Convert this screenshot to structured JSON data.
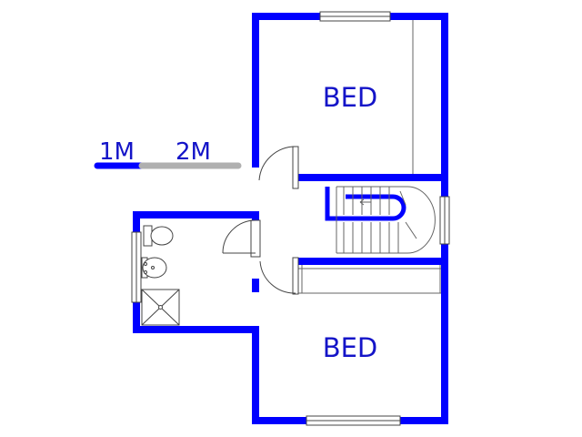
{
  "scale": {
    "label_1m": "1M",
    "label_2m": "2M"
  },
  "rooms": {
    "bed_top": {
      "label": "BED"
    },
    "bed_bottom": {
      "label": "BED"
    }
  },
  "colors": {
    "wall": "#0000ff",
    "label": "#1414c8",
    "fixture": "#444444",
    "scale_dark": "#0000ff",
    "scale_light": "#b0b0b0"
  }
}
